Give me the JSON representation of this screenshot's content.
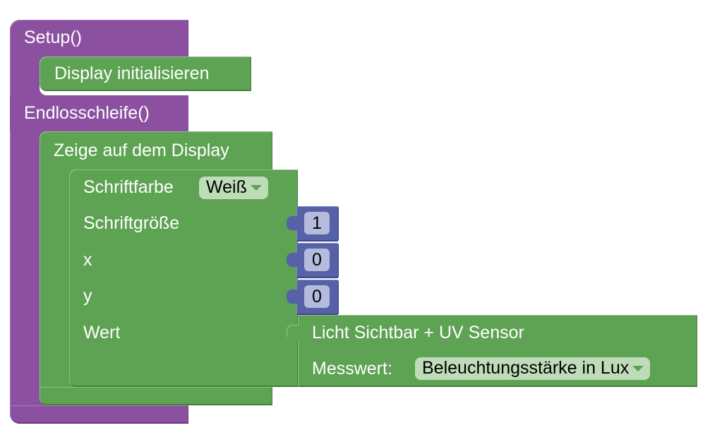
{
  "blocks": {
    "setup": {
      "label": "Setup()"
    },
    "init_display": {
      "label": "Display initialisieren"
    },
    "loop": {
      "label": "Endlosschleife()"
    },
    "show_display": {
      "label": "Zeige auf dem Display"
    },
    "display_params": {
      "font_color_label": "Schriftfarbe",
      "font_color_value": "Weiß",
      "font_size_label": "Schriftgröße",
      "x_label": "x",
      "y_label": "y",
      "value_label": "Wert"
    },
    "numbers": {
      "font_size": "1",
      "x": "0",
      "y": "0"
    },
    "sensor": {
      "title": "Licht Sichtbar + UV Sensor",
      "measure_label": "Messwert:",
      "measure_value": "Beleuchtungsstärke in Lux"
    }
  },
  "colors": {
    "purple": "#8b51a0",
    "green": "#5ea253",
    "blue": "#5661a8"
  }
}
